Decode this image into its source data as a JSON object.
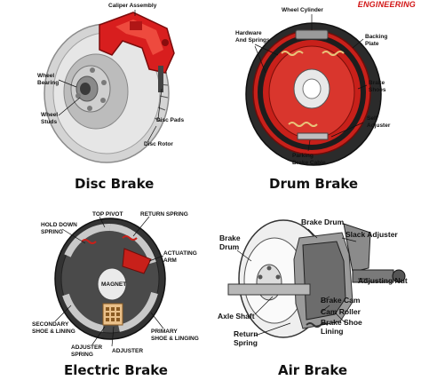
{
  "brand": "ENGINEERING",
  "disc": {
    "title": "Disc Brake",
    "labels": {
      "caliper": "Caliper Assembly",
      "wheel_bearing": "Wheel\nBearing",
      "wheel_studs": "Wheel\nStuds",
      "disc_pads": "Disc Pads",
      "disc_rotor": "Disc Rotor"
    }
  },
  "drum": {
    "title": "Drum Brake",
    "labels": {
      "wheel_cylinder": "Wheel Cylinder",
      "hardware": "Hardware\nAnd Springs",
      "backing_plate": "Backing\nPlate",
      "brake_shoes": "Brake\nShoes",
      "self_adjuster": "Self\nAdjuster",
      "parking_cable": "Parking\nBrake Cable"
    }
  },
  "electric": {
    "title": "Electric Brake",
    "labels": {
      "hold_down": "HOLD DOWN\nSPRING",
      "top_pivot": "TOP PIVOT",
      "return_spring": "RETURN SPRING",
      "actuating_arm": "ACTUATING\nARM",
      "magnet": "MAGNET",
      "secondary_shoe": "SECONDARY\nSHOE & LINING",
      "primary_shoe": "PRIMARY\nSHOE & LINGING",
      "adjuster_spring": "ADJUSTER\nSPRING",
      "adjuster": "ADJUSTER"
    }
  },
  "air": {
    "title": "Air Brake",
    "labels": {
      "brake_drum_left": "Brake\nDrum",
      "brake_drum_top": "Brake Drum",
      "slack_adjuster": "Slack Adjuster",
      "adjusting_nut": "Adjusting Nut",
      "brake_cam": "Brake Cam",
      "cam_roller": "Cam Roller",
      "axle_shaft": "Axle Shaft",
      "brake_shoe_lining": "Brake Shoe\nLining",
      "return_spring": "Return\nSpring"
    }
  },
  "colors": {
    "caliper_red": "#d81e1e",
    "rotor_grey": "#c9c9c9",
    "drum_red": "#c8201a",
    "dark": "#2a2a2a"
  }
}
